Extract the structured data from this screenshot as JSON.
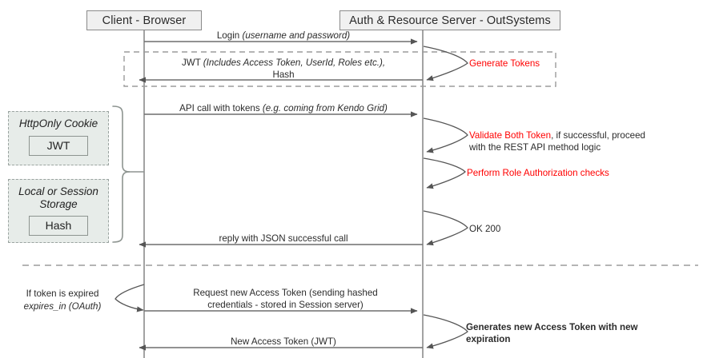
{
  "diagram": {
    "title": "JWT authentication sequence",
    "colors": {
      "accent_red": "#ff0000",
      "line": "#6f6f6f",
      "actor_fill": "#f0f0f0",
      "store_fill": "#e7ece9",
      "dashed_border": "#9aa3a0"
    }
  },
  "actors": [
    {
      "id": "client",
      "label": "Client - Browser"
    },
    {
      "id": "server",
      "label": "Auth & Resource Server - OutSystems"
    }
  ],
  "storage": [
    {
      "id": "cookie",
      "title": "HttpOnly Cookie",
      "item": "JWT"
    },
    {
      "id": "storage",
      "title": "Local or Session Storage",
      "item": "Hash"
    }
  ],
  "messages": {
    "login": {
      "plain": "Login ",
      "emph": "(username and password)"
    },
    "jwt_line1_plain": "JWT ",
    "jwt_line1_emph": "(Includes Access Token, UserId, Roles etc.),",
    "jwt_line2": "Hash",
    "api_call_plain": "API call with tokens ",
    "api_call_emph": "(e.g. coming from Kendo Grid)",
    "reply_json": "reply with JSON successful call",
    "request_new_line1": "Request new Access Token (sending hashed",
    "request_new_line2": "credentials - stored in Session server)",
    "new_access_token": "New Access Token (JWT)"
  },
  "notes": {
    "generate_tokens": "Generate Tokens",
    "validate_red": "Validate Both Token",
    "validate_rest_line1": ", if successful, proceed",
    "validate_rest_line2": "with the REST API method logic",
    "perform_role": "Perform Role Authorization checks",
    "ok_200": "OK 200",
    "generates_new_line1": "Generates new Access Token with new",
    "generates_new_line2": "expiration"
  },
  "left_annotation": {
    "line1": "If token is expired",
    "line2": "expires_in (OAuth)"
  }
}
